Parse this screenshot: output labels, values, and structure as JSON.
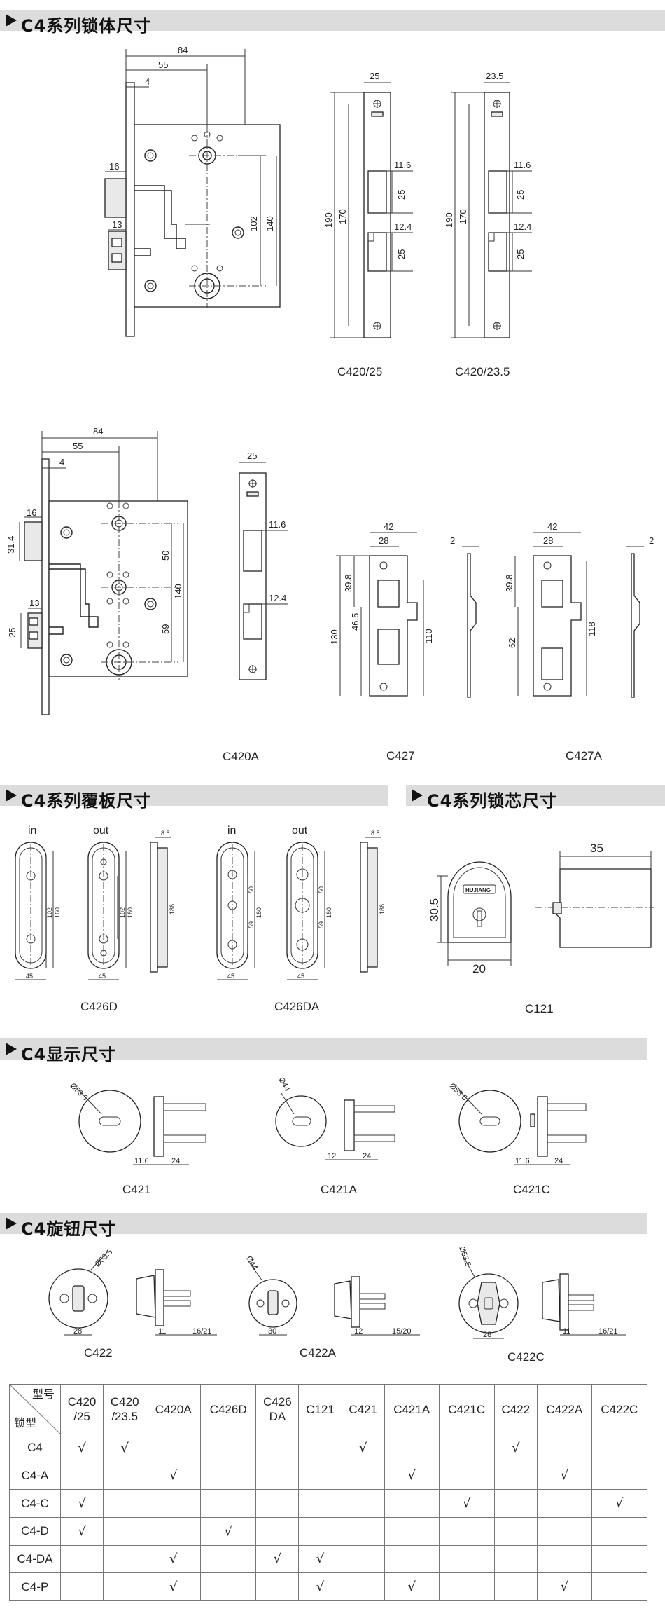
{
  "sections": {
    "body": "C4系列锁体尺寸",
    "plate": "C4系列覆板尺寸",
    "cylinder": "C4系列锁芯尺寸",
    "indicator": "C4显示尺寸",
    "knob": "C4旋钮尺寸"
  },
  "lock1": {
    "w84": "84",
    "w55": "55",
    "w4": "4",
    "d16": "16",
    "d13": "13",
    "h102": "102",
    "h140": "140"
  },
  "face25": {
    "caption": "C420/25",
    "w": "25",
    "h190": "190",
    "h170": "170",
    "a": "11.6",
    "b": "25",
    "c": "12.4",
    "d": "25"
  },
  "face235": {
    "caption": "C420/23.5",
    "w": "23.5",
    "h190": "190",
    "h170": "170",
    "a": "11.6",
    "b": "25",
    "c": "12.4",
    "d": "25"
  },
  "lock2": {
    "caption": "C420A",
    "w84": "84",
    "w55": "55",
    "w4": "4",
    "d16": "16",
    "d314": "31.4",
    "d13": "13",
    "d25": "25",
    "h50": "50",
    "h140": "140",
    "h59": "59"
  },
  "face420a": {
    "w": "25",
    "a": "11.6",
    "b": "12.4"
  },
  "c427": {
    "caption": "C427",
    "w42": "42",
    "w28": "28",
    "h398": "39.8",
    "h465": "46.5",
    "h130": "130",
    "h110": "110",
    "t": "2"
  },
  "c427a": {
    "caption": "C427A",
    "w42": "42",
    "w28": "28",
    "h398": "39.8",
    "h62": "62",
    "h118": "118",
    "t": "2"
  },
  "plates": {
    "in_label": "in",
    "out_label": "out",
    "cap1": "C426D",
    "cap2": "C426DA",
    "d102": "102",
    "d160": "160",
    "d186": "186",
    "d85": "8.5",
    "d45": "45",
    "d50": "50",
    "d59": "59"
  },
  "c121": {
    "caption": "C121",
    "brand": "HUJIANG",
    "d35": "35",
    "d305": "30.5",
    "d20": "20"
  },
  "c421": {
    "caption": "C421",
    "dia": "Ø53.5",
    "a": "11.6",
    "b": "24"
  },
  "c421a": {
    "caption": "C421A",
    "dia": "Ø44",
    "a": "12",
    "b": "24"
  },
  "c421c": {
    "caption": "C421C",
    "dia": "Ø53.5",
    "a": "11.6",
    "b": "24"
  },
  "c422": {
    "caption": "C422",
    "dia": "Ø53.5",
    "w": "28",
    "a": "11",
    "b": "16/21"
  },
  "c422a": {
    "caption": "C422A",
    "dia": "Ø44",
    "w": "30",
    "a": "12",
    "b": "15/20"
  },
  "c422c": {
    "caption": "C422C",
    "dia": "Ø53.5",
    "w": "28",
    "a": "11",
    "b": "16/21"
  },
  "matrix": {
    "corner_top": "型号",
    "corner_bottom": "锁型",
    "columns": [
      [
        "C420",
        "/25"
      ],
      [
        "C420",
        "/23.5"
      ],
      [
        "C420A"
      ],
      [
        "C426D"
      ],
      [
        "C426",
        "DA"
      ],
      [
        "C121"
      ],
      [
        "C421"
      ],
      [
        "C421A"
      ],
      [
        "C421C"
      ],
      [
        "C422"
      ],
      [
        "C422A"
      ],
      [
        "C422C"
      ]
    ],
    "rows": [
      {
        "type": "C4",
        "checks": [
          0,
          1,
          6,
          9
        ]
      },
      {
        "type": "C4-A",
        "checks": [
          2,
          7,
          10
        ]
      },
      {
        "type": "C4-C",
        "checks": [
          0,
          8,
          11
        ]
      },
      {
        "type": "C4-D",
        "checks": [
          0,
          3
        ]
      },
      {
        "type": "C4-DA",
        "checks": [
          2,
          4,
          5
        ]
      },
      {
        "type": "C4-P",
        "checks": [
          2,
          5,
          7,
          10
        ]
      }
    ],
    "check_symbol": "√"
  }
}
